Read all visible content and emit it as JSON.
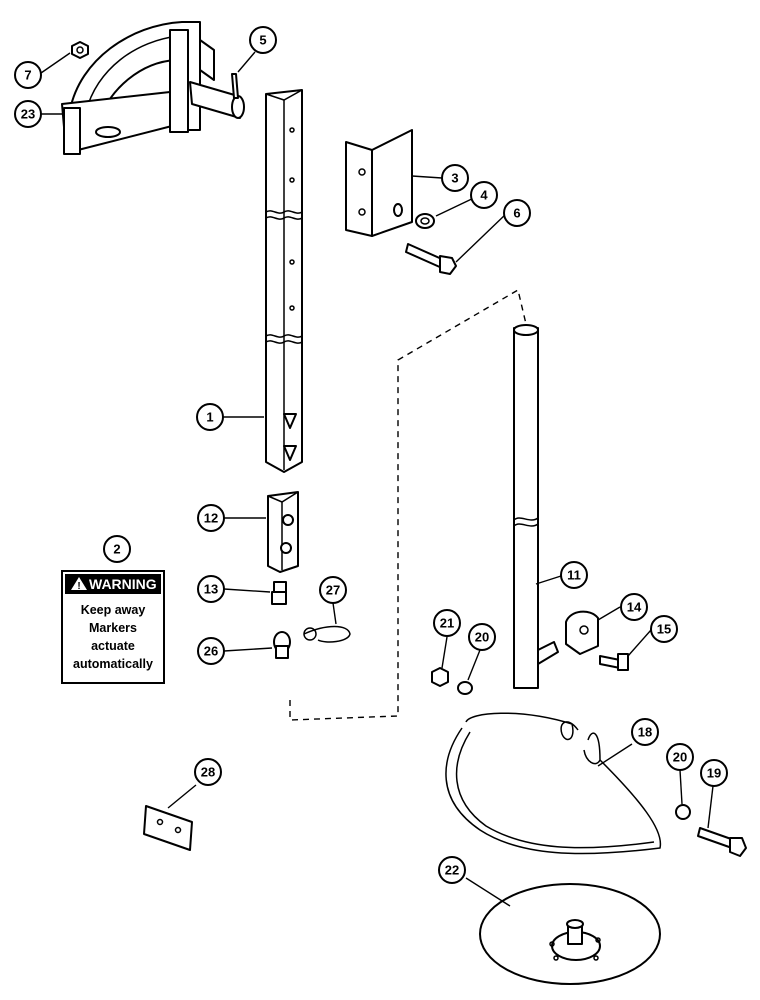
{
  "callouts": {
    "c1": "1",
    "c2": "2",
    "c3": "3",
    "c4": "4",
    "c5": "5",
    "c6": "6",
    "c7": "7",
    "c11": "11",
    "c12": "12",
    "c13": "13",
    "c14": "14",
    "c15": "15",
    "c18": "18",
    "c19": "19",
    "c20a": "20",
    "c20b": "20",
    "c21": "21",
    "c22": "22",
    "c23": "23",
    "c26": "26",
    "c27": "27",
    "c28": "28"
  },
  "warning_label": {
    "heading": "WARNING",
    "lines": [
      "Keep away",
      "Markers",
      "actuate",
      "automatically"
    ]
  }
}
